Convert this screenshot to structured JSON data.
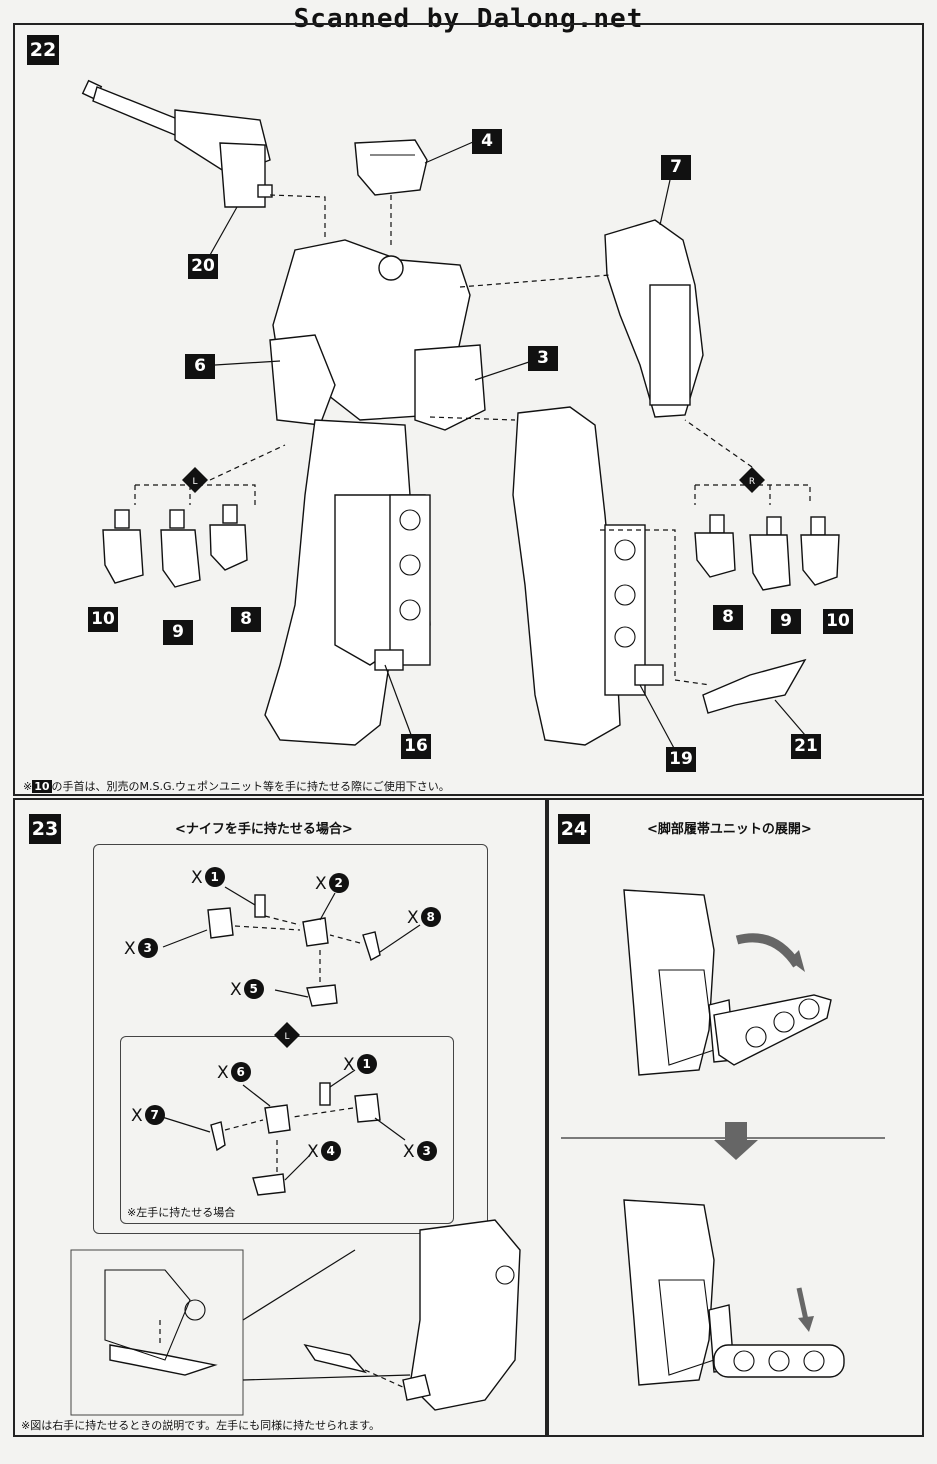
{
  "header": {
    "title": "Scanned by Dalong.net"
  },
  "step22": {
    "number": "22",
    "parts": {
      "p4": "4",
      "p7": "7",
      "p20": "20",
      "p6": "6",
      "p3": "3",
      "p10a": "10",
      "p9a": "9",
      "p8a": "8",
      "p8b": "8",
      "p9b": "9",
      "p10b": "10",
      "p16": "16",
      "p19": "19",
      "p21": "21"
    },
    "note_prefix": "※",
    "note_badge": "10",
    "note": "の手首は、別売のM.S.G.ウェポンユニット等を手に持たせる際にご使用下さい。"
  },
  "step23": {
    "number": "23",
    "title": "<ナイフを手に持たせる場合>",
    "qty_mark": "X",
    "right_items": [
      "1",
      "2",
      "8",
      "3",
      "5"
    ],
    "left_items": [
      "6",
      "1",
      "7",
      "3",
      "4"
    ],
    "left_note": "※左手に持たせる場合",
    "bottom_note": "※図は右手に持たせるときの説明です。左手にも同様に持たせられます。"
  },
  "step24": {
    "number": "24",
    "title": "<脚部履帯ユニットの展開>"
  },
  "icons": {
    "step22_left": "left-hand-diamond-icon",
    "step22_right": "right-hand-diamond-icon",
    "step23_left": "left-hand-diamond-icon",
    "step24_arrow": "down-arrow-icon"
  }
}
